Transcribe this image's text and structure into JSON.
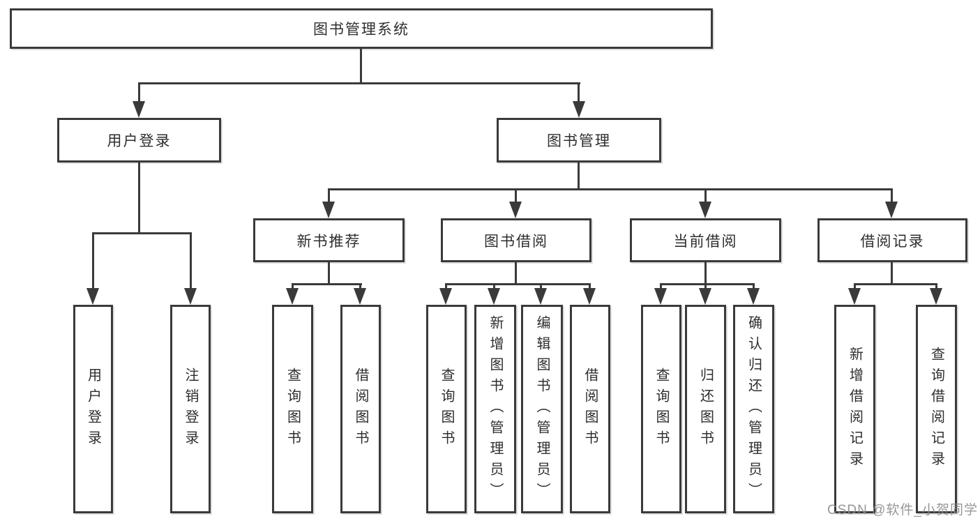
{
  "diagram": {
    "root": {
      "label": "图书管理系统"
    },
    "user_login": {
      "label": "用户登录",
      "children": [
        {
          "label": "用户登录"
        },
        {
          "label": "注销登录"
        }
      ]
    },
    "book_mgmt": {
      "label": "图书管理",
      "sections": [
        {
          "label": "新书推荐",
          "children": [
            {
              "label": "查询图书"
            },
            {
              "label": "借阅图书"
            }
          ]
        },
        {
          "label": "图书借阅",
          "children": [
            {
              "label": "查询图书"
            },
            {
              "label": "新增图书（管理员）"
            },
            {
              "label": "编辑图书（管理员）"
            },
            {
              "label": "借阅图书"
            }
          ]
        },
        {
          "label": "当前借阅",
          "children": [
            {
              "label": "查询图书"
            },
            {
              "label": "归还图书"
            },
            {
              "label": "确认归还（管理员）"
            }
          ]
        },
        {
          "label": "借阅记录",
          "children": [
            {
              "label": "新增借阅记录"
            },
            {
              "label": "查询借阅记录"
            }
          ]
        }
      ]
    }
  },
  "colors": {
    "line": "#3a3a3a",
    "text": "#2e2e2e",
    "watermark": "#8c8c8c"
  },
  "watermark": {
    "text": "CSDN @软件_小贺同学"
  }
}
